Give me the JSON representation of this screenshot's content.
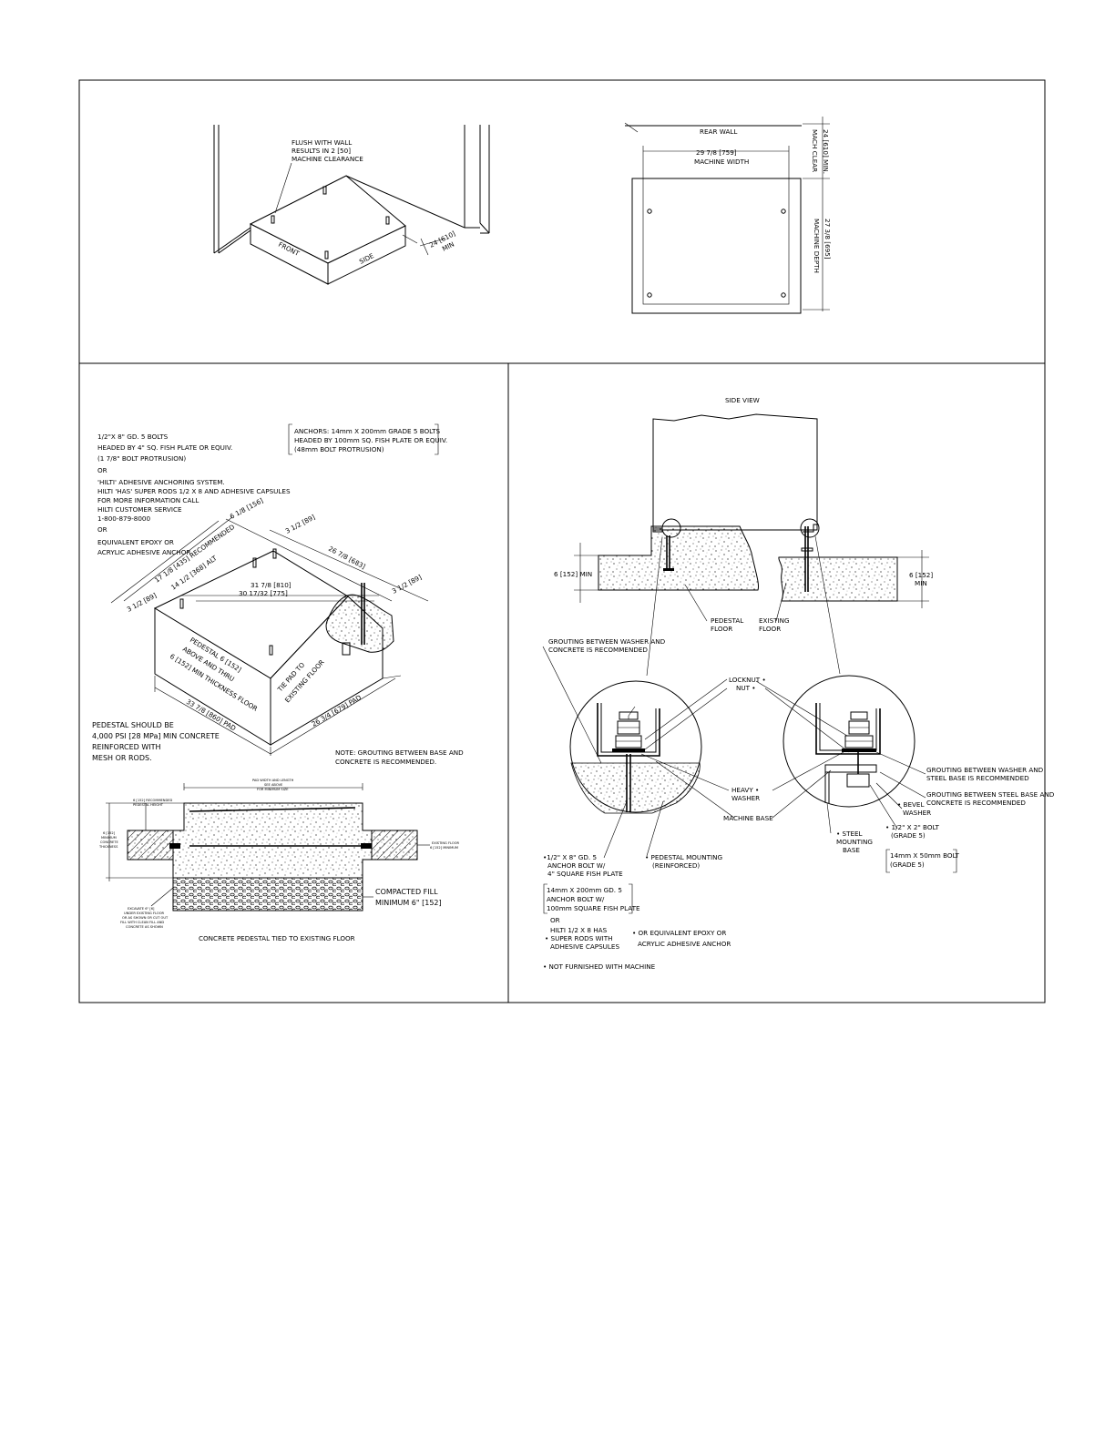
{
  "top_left": {
    "flush_note": [
      "FLUSH WITH WALL",
      "RESULTS IN 2 [50]",
      "MACHINE CLEARANCE"
    ],
    "front": "FRONT",
    "side": "SIDE",
    "clearance": [
      "24 [610]",
      "MIN"
    ]
  },
  "top_right": {
    "rear_wall": "REAR WALL",
    "width_dim": "29 7/8 [759]",
    "width_label": "MACHINE WIDTH",
    "clear_dim": "24 [610] MIN.",
    "clear_label": "MACH CLEAR",
    "depth_dim": "27 3/8 [695]",
    "depth_label": "MACHINE DEPTH"
  },
  "bottom_left": {
    "bolts_note": [
      "1/2\"X 8\" GD. 5 BOLTS",
      "HEADED BY 4\" SQ. FISH PLATE OR EQUIV.",
      "(1 7/8\" BOLT PROTRUSION)",
      "OR",
      "'HILTI' ADHESIVE ANCHORING SYSTEM.",
      "HILTI 'HAS' SUPER RODS 1/2 X 8 AND ADHESIVE CAPSULES",
      "FOR MORE INFORMATION CALL",
      "HILTI CUSTOMER SERVICE",
      "1-800-879-8000",
      "OR",
      "EQUIVALENT EPOXY OR",
      "ACRYLIC ADHESIVE ANCHOR"
    ],
    "anchors_note": [
      "ANCHORS: 14mm X 200mm GRADE 5 BOLTS",
      "HEADED BY 100mm SQ. FISH PLATE OR EQUIV.",
      "(48mm BOLT PROTRUSION)"
    ],
    "dims": {
      "d1": "6 1/8 [156]",
      "d2": "3 1/2 [89]",
      "d3": "17 1/8 [435] RECOMMENDED",
      "d4": "14 1/2 [368] ALT",
      "d5": "26 7/8 [683]",
      "d6": "31 7/8 [810]",
      "d7": "30 17/32 [775]",
      "d8": "3 1/2 [89]",
      "d9": "3 1/2 [89]",
      "d10": "33 7/8 [860] PAD",
      "d11": "26 3/4 [679] PAD"
    },
    "pedestal_note": [
      "PEDESTAL 6 [152]",
      "ABOVE AND THRU",
      "6 [152] MIN THICKNESS FLOOR"
    ],
    "tie_pad": [
      "TIE PAD TO",
      "EXISTING FLOOR"
    ],
    "concrete_note": [
      "PEDESTAL SHOULD BE",
      "4,000 PSI [28 MPa] MIN CONCRETE",
      "REINFORCED WITH",
      "MESH OR RODS."
    ],
    "grout_note": [
      "NOTE: GROUTING BETWEEN BASE AND",
      "CONCRETE IS RECOMMENDED."
    ],
    "section": {
      "pad_note": [
        "PAD WIDTH AND LENGTH",
        "SEE ABOVE",
        "FOR MINIMUM SIZE"
      ],
      "recommended": [
        "6 [152] RECOMMENDED",
        "PEDESTAL HEIGHT"
      ],
      "min_thickness": [
        "6 [152]",
        "MINIMUM",
        "CONCRETE",
        "THICKNESS"
      ],
      "existing_floor": [
        "EXISTING FLOOR",
        "6 [152] MINIMUM"
      ],
      "excavate": [
        "EXCAVATE 6\" [6]",
        "UNDER EXISTING FLOOR",
        "OR AS SHOWN OR CUT OUT",
        "FILL WITH CLEAN FILL AND",
        "CONCRETE AS SHOWN"
      ],
      "compacted": [
        "COMPACTED FILL",
        "MINIMUM 6\" [152]"
      ],
      "caption": "CONCRETE PEDESTAL TIED TO EXISTING FLOOR"
    }
  },
  "bottom_right": {
    "title": "SIDE VIEW",
    "min_left": "6 [152] MIN",
    "min_right": [
      "6 [152]",
      "MIN"
    ],
    "pedestal_floor": [
      "PEDESTAL",
      "FLOOR"
    ],
    "existing_floor": [
      "EXISTING",
      "FLOOR"
    ],
    "grout_washer": [
      "GROUTING BETWEEN WASHER AND",
      "CONCRETE IS RECOMMENDED"
    ],
    "locknut": "LOCKNUT •",
    "nut": "NUT •",
    "heavy_washer": [
      "HEAVY •",
      "WASHER"
    ],
    "machine_base": "MACHINE BASE",
    "grout_steel": [
      "GROUTING BETWEEN WASHER AND",
      "STEEL BASE IS RECOMMENDED"
    ],
    "grout_steel_concrete": [
      "GROUTING BETWEEN STEEL BASE AND",
      "CONCRETE IS RECOMMENDED"
    ],
    "bevel_washer": [
      "• BEVEL",
      "WASHER"
    ],
    "bolt_half": [
      "• 1/2\" X 2\" BOLT",
      "(GRADE 5)"
    ],
    "steel_base": [
      "• STEEL",
      "MOUNTING",
      "BASE"
    ],
    "bolt_14": [
      "14mm X 50mm BOLT",
      "(GRADE 5)"
    ],
    "anchor_bolt": [
      "•1/2\" X 8\" GD. 5",
      "ANCHOR BOLT W/",
      "4\" SQUARE FISH PLATE"
    ],
    "pedestal_mounting": [
      "• PEDESTAL MOUNTING",
      "(REINFORCED)"
    ],
    "anchor_14": [
      "14mm X 200mm GD. 5",
      "ANCHOR BOLT W/",
      "100mm SQUARE FISH PLATE"
    ],
    "or": "OR",
    "hilti": [
      "HILTI 1/2 X 8 HAS",
      "• SUPER RODS WITH",
      "ADHESIVE CAPSULES"
    ],
    "epoxy": [
      "• OR EQUIVALENT EPOXY OR",
      "ACRYLIC ADHESIVE ANCHOR"
    ],
    "not_furnished": "• NOT FURNISHED WITH MACHINE"
  }
}
